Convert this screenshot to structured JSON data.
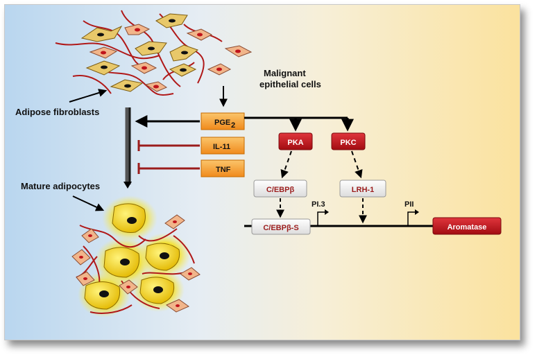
{
  "labels": {
    "malignant_line1": "Malignant",
    "malignant_line2": "epithelial cells",
    "adipose_fibroblasts": "Adipose fibroblasts",
    "mature_adipocytes": "Mature adipocytes"
  },
  "factors": {
    "pge2": "PGE",
    "pge2_sub": "2",
    "il11": "IL-11",
    "tnf": "TNF"
  },
  "kinases": {
    "pka": "PKA",
    "pkc": "PKC"
  },
  "transcription_factors": {
    "cebpb": "C/EBPβ",
    "lrh1": "LRH-1",
    "cebpb_s": "C/EBPβ-S"
  },
  "promoters": {
    "pi3": "PI.3",
    "pii": "PII"
  },
  "gene": {
    "aromatase": "Aromatase"
  },
  "colors": {
    "orange_box": "#f6a93b",
    "red_box": "#c0141b",
    "inhibit_line": "#9b1c1c",
    "fibroblast": "#f1b58a",
    "fibroblast_yellow": "#e8c86a",
    "adipocyte": "#f2d21a",
    "matrix_fiber": "#b01818"
  }
}
